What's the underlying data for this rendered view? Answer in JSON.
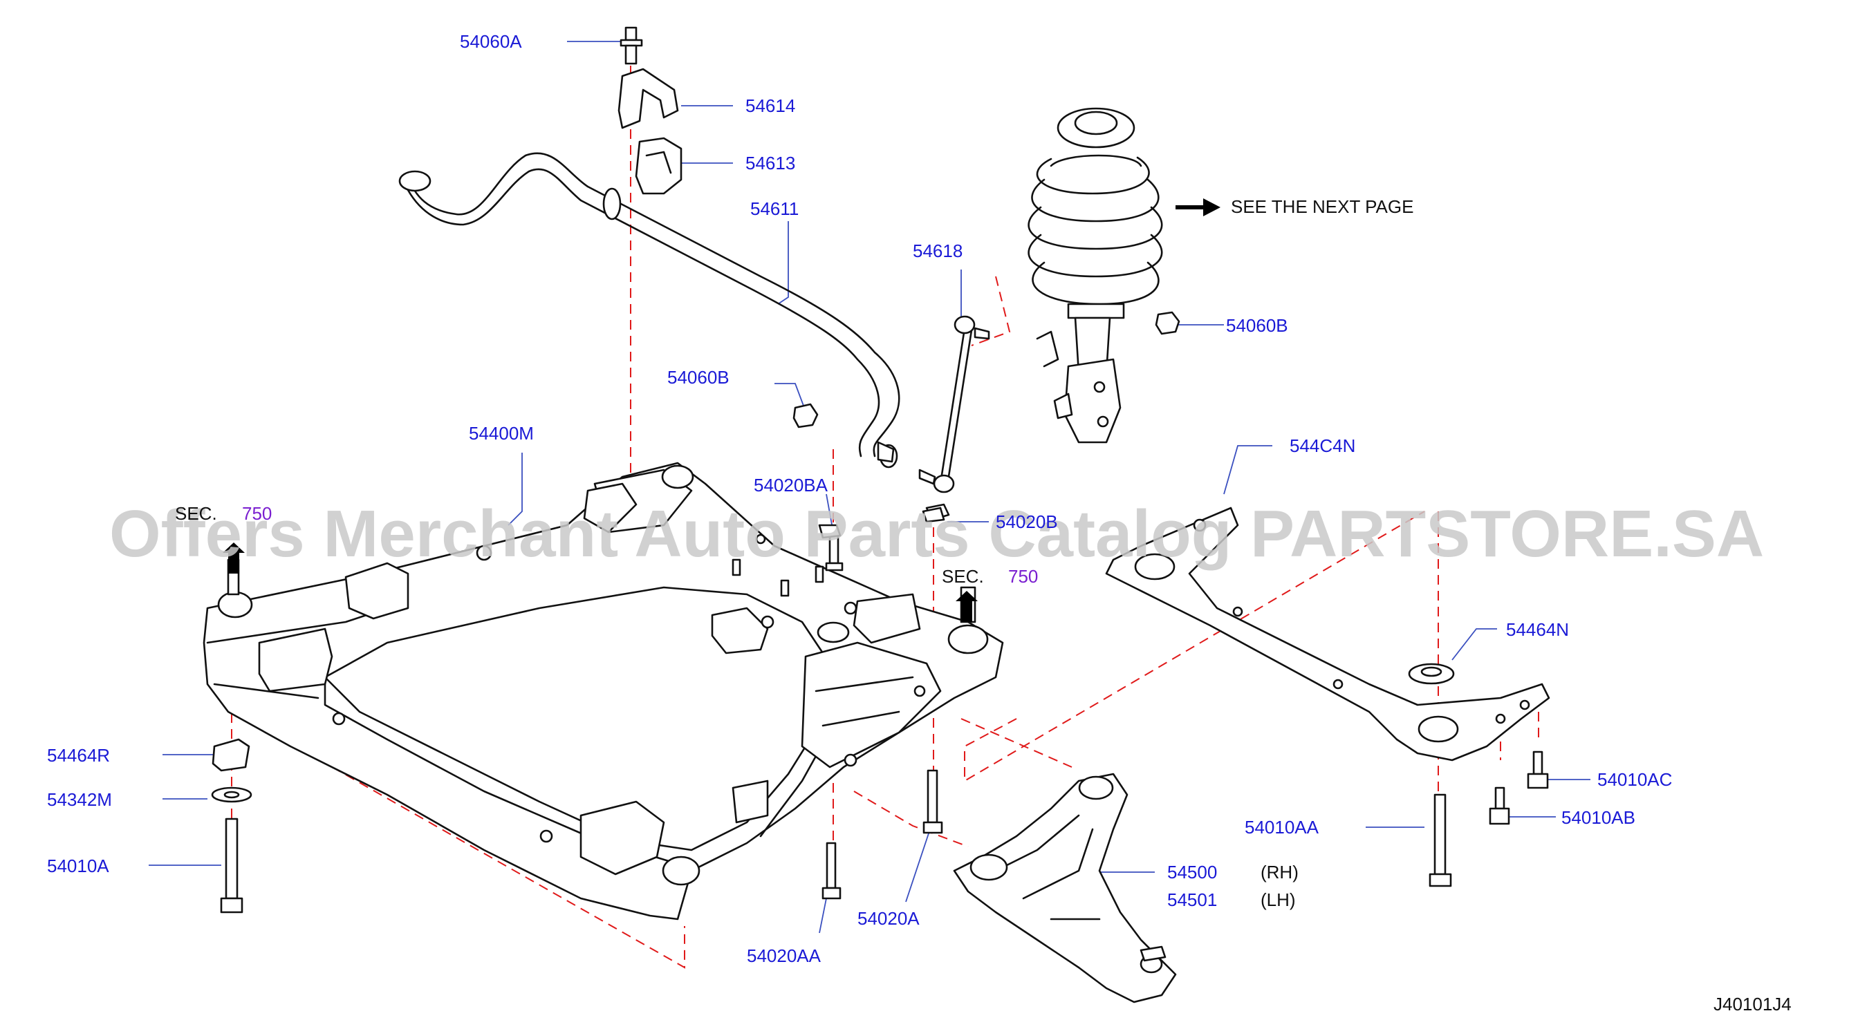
{
  "watermark": "Offers Merchant Auto Parts Catalog PARTSTORE.SA",
  "diagram_id": "J40101J4",
  "note": "SEE  THE  NEXT  PAGE",
  "section_refs": [
    {
      "label": "SEC.",
      "number": "750"
    },
    {
      "label": "SEC.",
      "number": "750"
    }
  ],
  "parts": {
    "p54060A": "54060A",
    "p54614": "54614",
    "p54613": "54613",
    "p54611": "54611",
    "p54618": "54618",
    "p54060B_top": "54060B",
    "p54060B_left": "54060B",
    "p54400M": "54400M",
    "p54020BA": "54020BA",
    "p54020B": "54020B",
    "p544C4N": "544C4N",
    "p54464N": "54464N",
    "p54464R": "54464R",
    "p54342M": "54342M",
    "p54010A": "54010A",
    "p54010AC": "54010AC",
    "p54010AA": "54010AA",
    "p54010AB": "54010AB",
    "p54500": "54500",
    "p54501": "54501",
    "p54020A": "54020A",
    "p54020AA": "54020AA"
  },
  "side_labels": {
    "rh": "(RH)",
    "lh": "(LH)"
  },
  "colors": {
    "part_number": "#1a1ad6",
    "section_number": "#7a1fd0",
    "dashed_line": "#e01a1a",
    "leader_line": "#3a4fbf",
    "watermark": "#c9c9c9"
  }
}
